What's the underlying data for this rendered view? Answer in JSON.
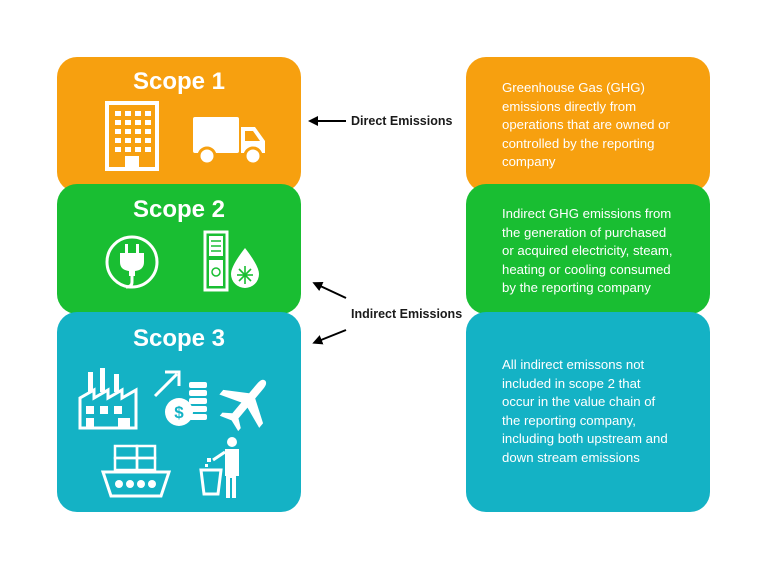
{
  "colors": {
    "scope1": "#F7A00F",
    "scope2": "#19BE32",
    "scope3": "#14B2C5",
    "icon": "#ffffff",
    "arrow": "#000000"
  },
  "scopes": [
    {
      "title": "Scope 1",
      "icons": [
        "office-building-icon",
        "delivery-truck-icon"
      ],
      "description": "Greenhouse Gas (GHG)\nemissions directly from\noperations that are owned or\ncontrolled by the reporting\ncompany"
    },
    {
      "title": "Scope 2",
      "icons": [
        "power-plug-icon",
        "heater-cooler-icon"
      ],
      "description": "Indirect GHG emissions from\nthe generation of purchased\nor acquired electricity, steam,\nheating or cooling consumed\nby the reporting company"
    },
    {
      "title": "Scope 3",
      "icons": [
        "factory-icon",
        "investment-icon",
        "airplane-icon",
        "cargo-ship-icon",
        "waste-disposal-icon"
      ],
      "description": "All indirect emissons not\nincluded in scope 2 that\noccur in the value chain of\nthe reporting company,\nincluding both upstream and\ndown stream emissions"
    }
  ],
  "labels": {
    "direct": "Direct Emissions",
    "indirect": "Indirect Emissions"
  }
}
